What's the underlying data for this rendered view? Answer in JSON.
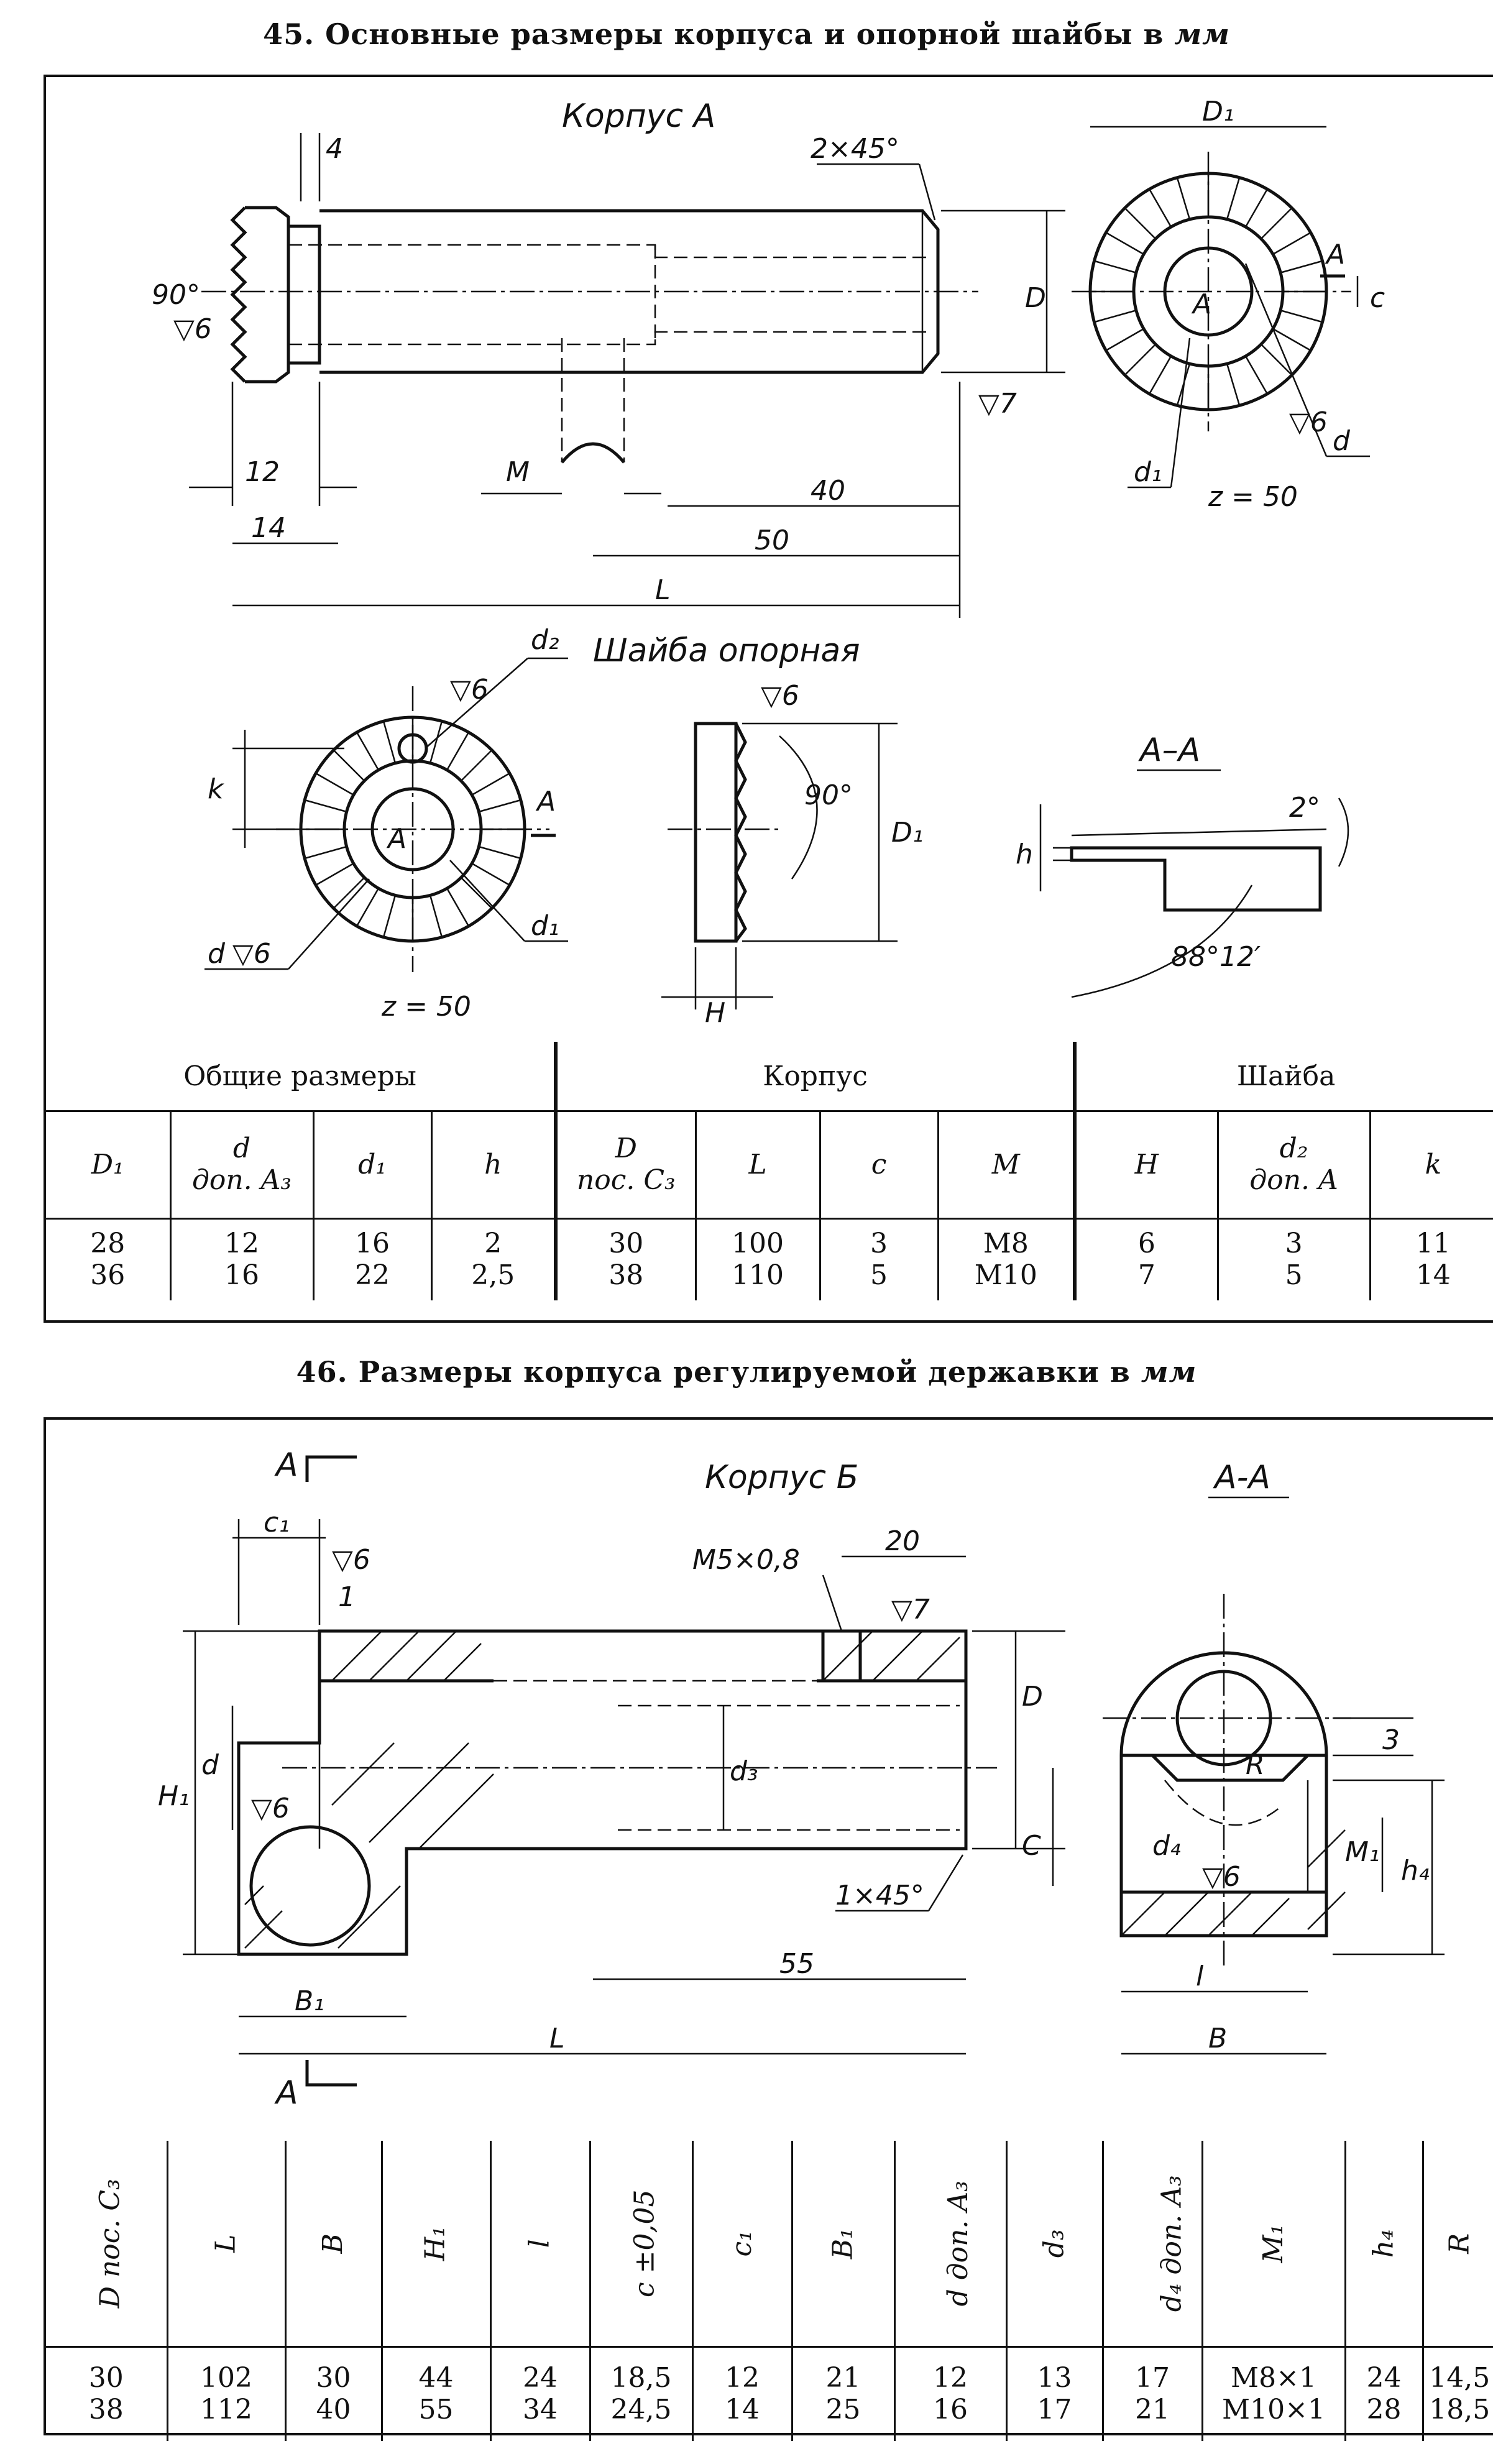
{
  "table45": {
    "caption": "45. Основные размеры корпуса и опорной шайбы в",
    "caption_unit": "мм",
    "drawing": {
      "title_main": "Корпус А",
      "title_washer": "Шайба опорная",
      "title_section": "А–А",
      "labels": {
        "dim_4": "4",
        "chamfer": "2×45°",
        "angle_90": "90°",
        "finish_6": "▽6",
        "dim_12": "12",
        "dim_14": "14",
        "M": "M",
        "dim_40": "40",
        "dim_50": "50",
        "L": "L",
        "D": "D",
        "finish_7": "▽7",
        "D1": "D₁",
        "A": "A",
        "c": "c",
        "d1": "d₁",
        "d": "d",
        "z50": "z = 50",
        "d2": "d₂",
        "k": "k",
        "H": "H",
        "h": "h",
        "angle_2": "2°",
        "angle_88": "88°12′"
      }
    },
    "groups": [
      "Общие размеры",
      "Корпус",
      "Шайба"
    ],
    "headers": [
      "D₁",
      "d доп. A₃",
      "d₁",
      "h",
      "D пос. C₃",
      "L",
      "c",
      "M",
      "H",
      "d₂ доп. A",
      "k"
    ],
    "rows": [
      [
        "28\n36",
        "12\n16",
        "16\n22",
        "2\n2,5",
        "30\n38",
        "100\n110",
        "3\n5",
        "M8\nM10",
        "6\n7",
        "3\n5",
        "11\n14"
      ]
    ]
  },
  "table46": {
    "caption": "46. Размеры корпуса регулируемой державки в",
    "caption_unit": "мм",
    "drawing": {
      "title_main": "Корпус Б",
      "title_section": "А-А",
      "labels": {
        "A": "A",
        "c1": "c₁",
        "finish_6": "▽6",
        "dim_1": "1",
        "thread": "M5×0,8",
        "dim_20": "20",
        "finish_7": "▽7",
        "d": "d",
        "d3": "d₃",
        "D": "D",
        "C": "C",
        "H1": "H₁",
        "chamfer": "1×45°",
        "dim_55": "55",
        "B1": "B₁",
        "L": "L",
        "R": "R",
        "dim_3": "3",
        "d4": "d₄",
        "M1": "M₁",
        "h4": "h₄",
        "l": "l",
        "B": "B"
      }
    },
    "headers": [
      "D пос. C₃",
      "L",
      "B",
      "H₁",
      "l",
      "c ±0,05",
      "c₁",
      "B₁",
      "d доп. A₃",
      "d₃",
      "d₄ доп. A₃",
      "M₁",
      "h₄",
      "R"
    ],
    "rows": [
      [
        "30\n38",
        "102\n112",
        "30\n40",
        "44\n55",
        "24\n34",
        "18,5\n24,5",
        "12\n14",
        "21\n25",
        "12\n16",
        "13\n17",
        "17\n21",
        "M8×1\nM10×1",
        "24\n28",
        "14,5\n18,5"
      ]
    ]
  }
}
